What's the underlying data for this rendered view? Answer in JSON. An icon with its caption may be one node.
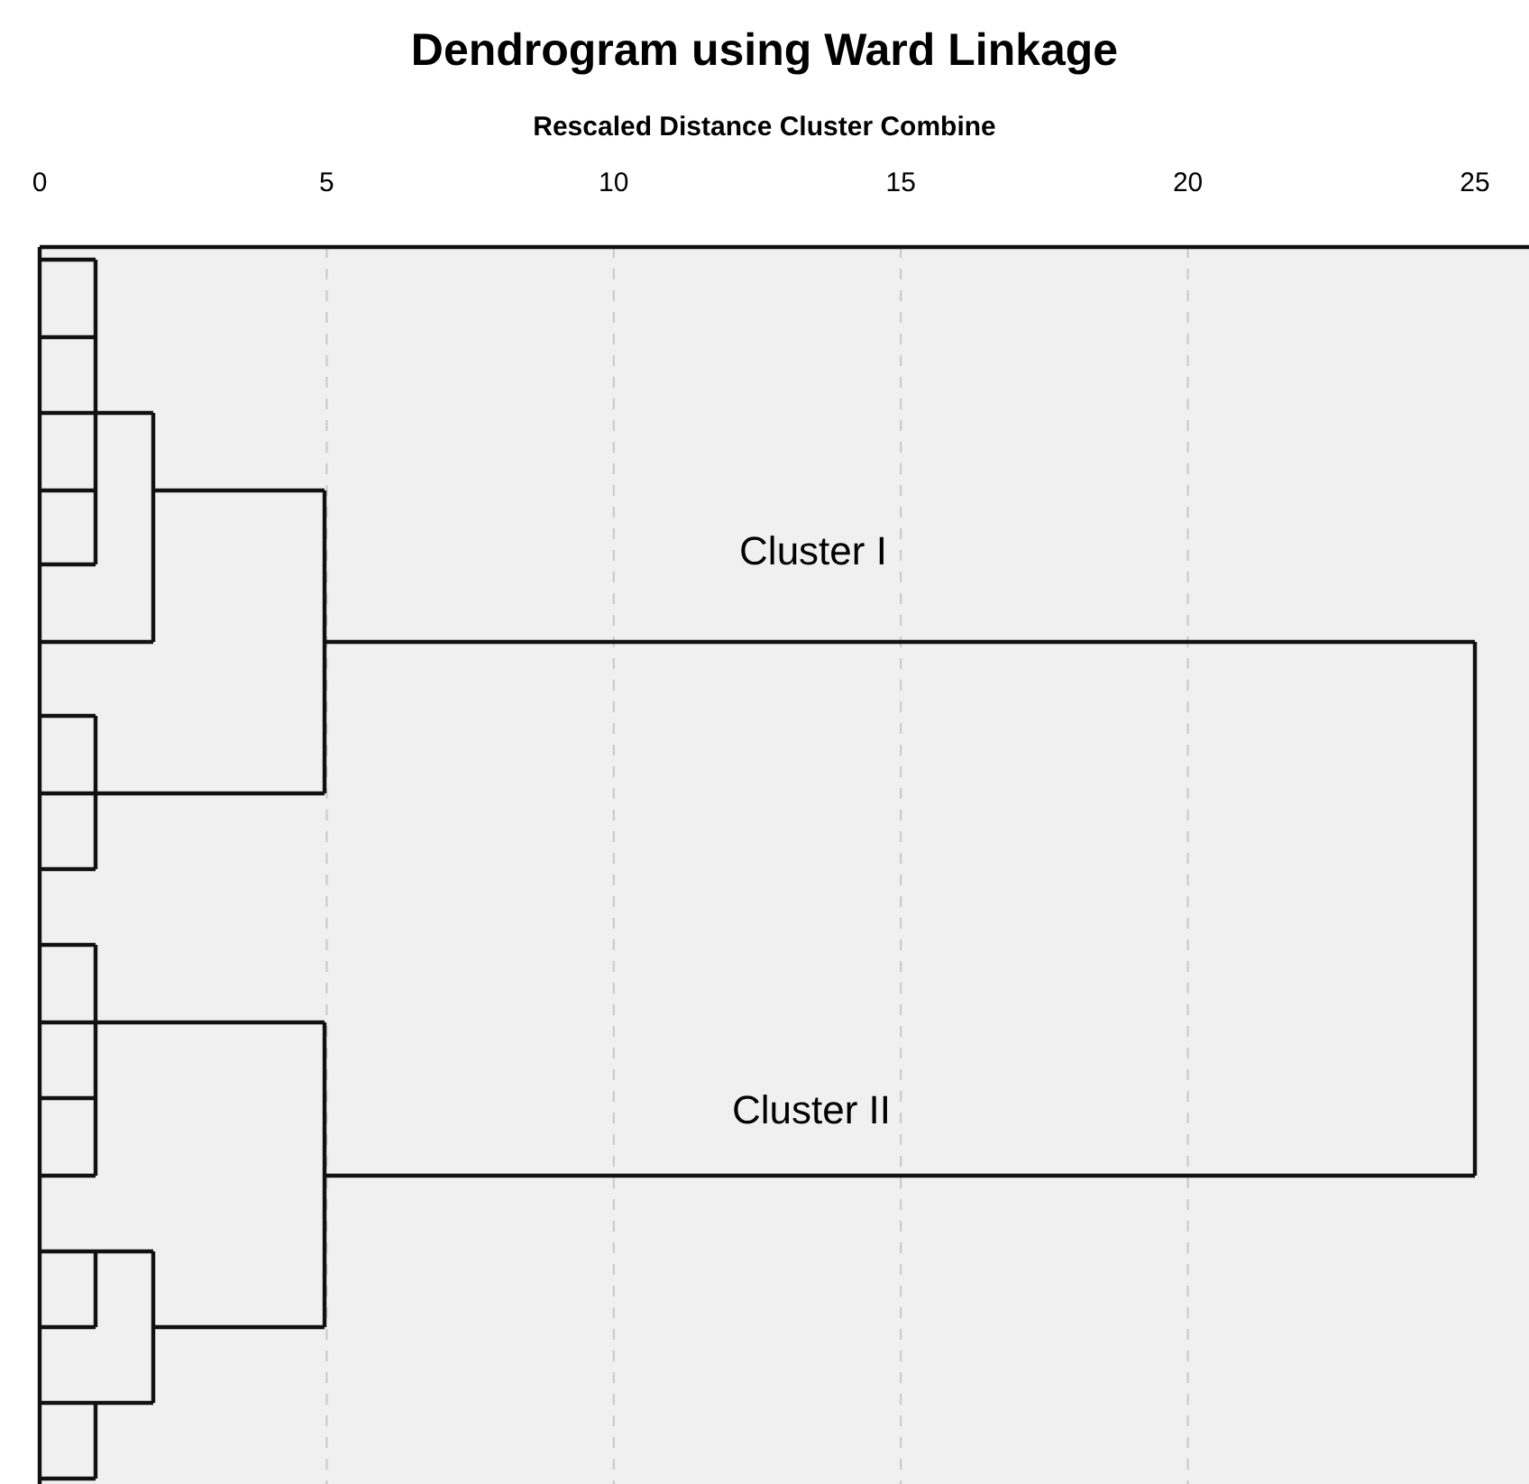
{
  "diagram": {
    "title": "Dendrogram using Ward Linkage",
    "labels": [
      "Rescaled Distance Cluster Combine",
      "0",
      "5",
      "10",
      "15",
      "20",
      "25",
      "Cluster I",
      "Cluster II"
    ]
  }
}
